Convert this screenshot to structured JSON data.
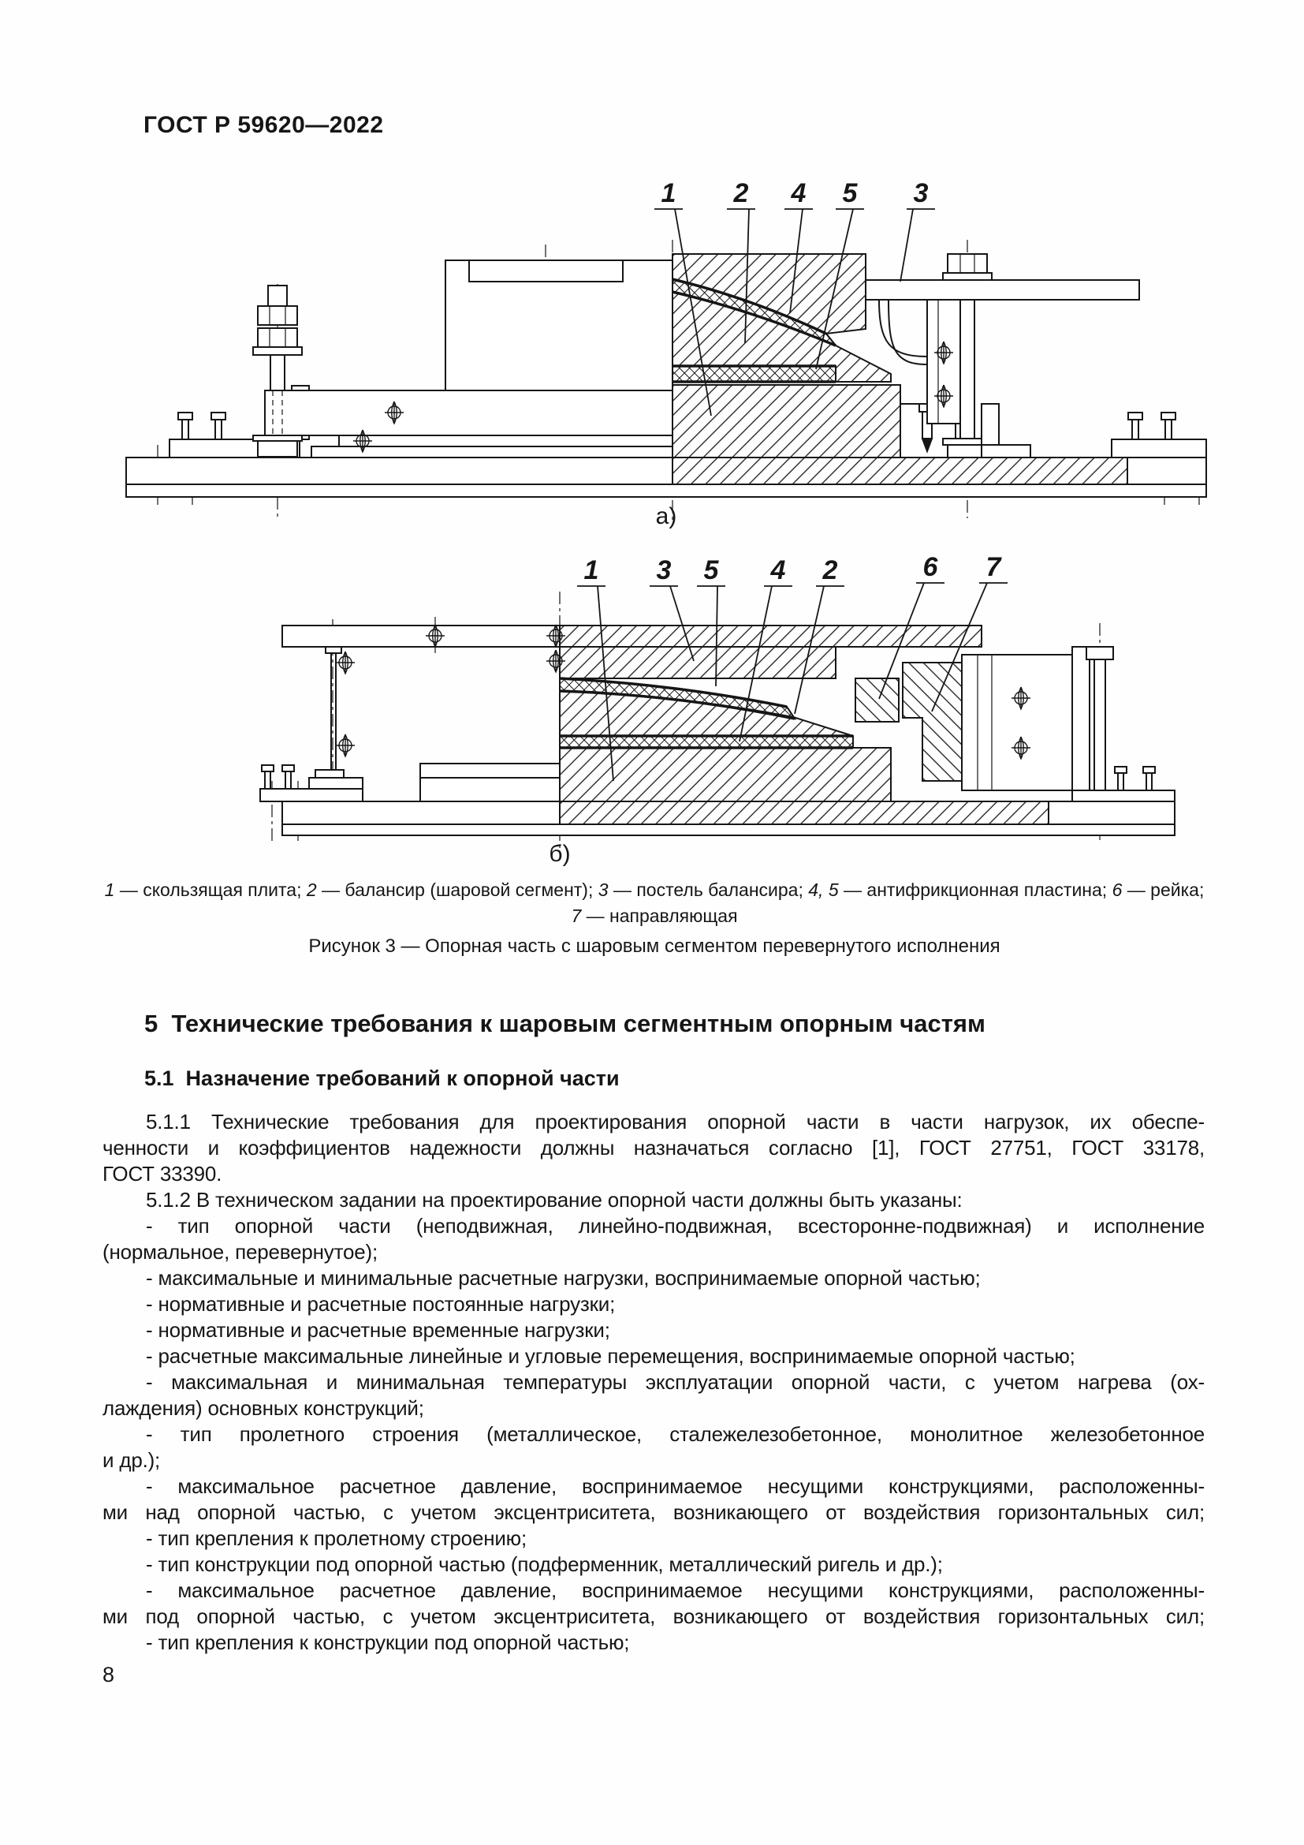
{
  "page": {
    "header": "ГОСТ Р 59620—2022",
    "page_number": "8"
  },
  "figure": {
    "label_a": "а)",
    "label_b": "б)",
    "callouts_a": [
      "1",
      "2",
      "4",
      "5",
      "3"
    ],
    "callouts_b": [
      "1",
      "3",
      "5",
      "4",
      "2",
      "6",
      "7"
    ],
    "caption_parts": [
      {
        "t": "1",
        "i": 1
      },
      {
        "t": " — скользящая плита; ",
        "i": 0
      },
      {
        "t": "2",
        "i": 1
      },
      {
        "t": " — балансир (шаровой сегмент); ",
        "i": 0
      },
      {
        "t": "3",
        "i": 1
      },
      {
        "t": " — постель балансира; ",
        "i": 0
      },
      {
        "t": "4, 5",
        "i": 1
      },
      {
        "t": " — антифрикционная пластина; ",
        "i": 0
      },
      {
        "t": "6",
        "i": 1
      },
      {
        "t": " — рейка; ",
        "i": 0
      },
      {
        "t": "7",
        "i": 1
      },
      {
        "t": " — направляющая",
        "i": 0
      }
    ],
    "title": "Рисунок 3 — Опорная часть с шаровым сегментом перевернутого исполнения"
  },
  "section": {
    "heading": "5  Технические требования к шаровым сегментным опорным частям",
    "subheading": "5.1  Назначение требований к опорной части",
    "lines": [
      {
        "text": "5.1.1 Технические требования для проектирования опорной части в части нагрузок, их обеспе-",
        "indent": true,
        "justify": true
      },
      {
        "text": "ченности и коэффициентов надежности должны назначаться согласно [1], ГОСТ 27751, ГОСТ 33178,",
        "indent": false,
        "justify": true
      },
      {
        "text": "ГОСТ 33390.",
        "indent": false,
        "justify": false
      },
      {
        "text": "5.1.2 В техническом задании на проектирование опорной части должны быть указаны:",
        "indent": true,
        "justify": false
      },
      {
        "text": "- тип опорной части (неподвижная, линейно-подвижная, всесторонне-подвижная) и исполнение",
        "indent": true,
        "justify": true
      },
      {
        "text": "(нормальное, перевернутое);",
        "indent": false,
        "justify": false
      },
      {
        "text": "- максимальные и минимальные расчетные нагрузки, воспринимаемые опорной частью;",
        "indent": true,
        "justify": false
      },
      {
        "text": "- нормативные и расчетные постоянные нагрузки;",
        "indent": true,
        "justify": false
      },
      {
        "text": "- нормативные и расчетные временные нагрузки;",
        "indent": true,
        "justify": false
      },
      {
        "text": "- расчетные максимальные линейные и угловые перемещения, воспринимаемые опорной частью;",
        "indent": true,
        "justify": false
      },
      {
        "text": "- максимальная и минимальная температуры эксплуатации опорной части, с учетом нагрева (ох-",
        "indent": true,
        "justify": true
      },
      {
        "text": "лаждения) основных конструкций;",
        "indent": false,
        "justify": false
      },
      {
        "text": "- тип пролетного строения (металлическое, сталежелезобетонное, монолитное железобетонное",
        "indent": true,
        "justify": true
      },
      {
        "text": "и др.);",
        "indent": false,
        "justify": false
      },
      {
        "text": "- максимальное расчетное давление, воспринимаемое несущими конструкциями, расположенны-",
        "indent": true,
        "justify": true
      },
      {
        "text": "ми над опорной частью, с учетом эксцентриситета, возникающего от воздействия горизонтальных сил;",
        "indent": false,
        "justify": true
      },
      {
        "text": "- тип крепления к пролетному строению;",
        "indent": true,
        "justify": false
      },
      {
        "text": "- тип конструкции под опорной частью (подферменник, металлический ригель и др.);",
        "indent": true,
        "justify": false
      },
      {
        "text": "- максимальное расчетное давление, воспринимаемое несущими конструкциями, расположенны-",
        "indent": true,
        "justify": true
      },
      {
        "text": "ми под опорной частью, с учетом эксцентриситета, возникающего от воздействия горизонтальных сил;",
        "indent": false,
        "justify": true
      },
      {
        "text": "- тип крепления к конструкции под опорной частью;",
        "indent": true,
        "justify": false
      }
    ]
  }
}
